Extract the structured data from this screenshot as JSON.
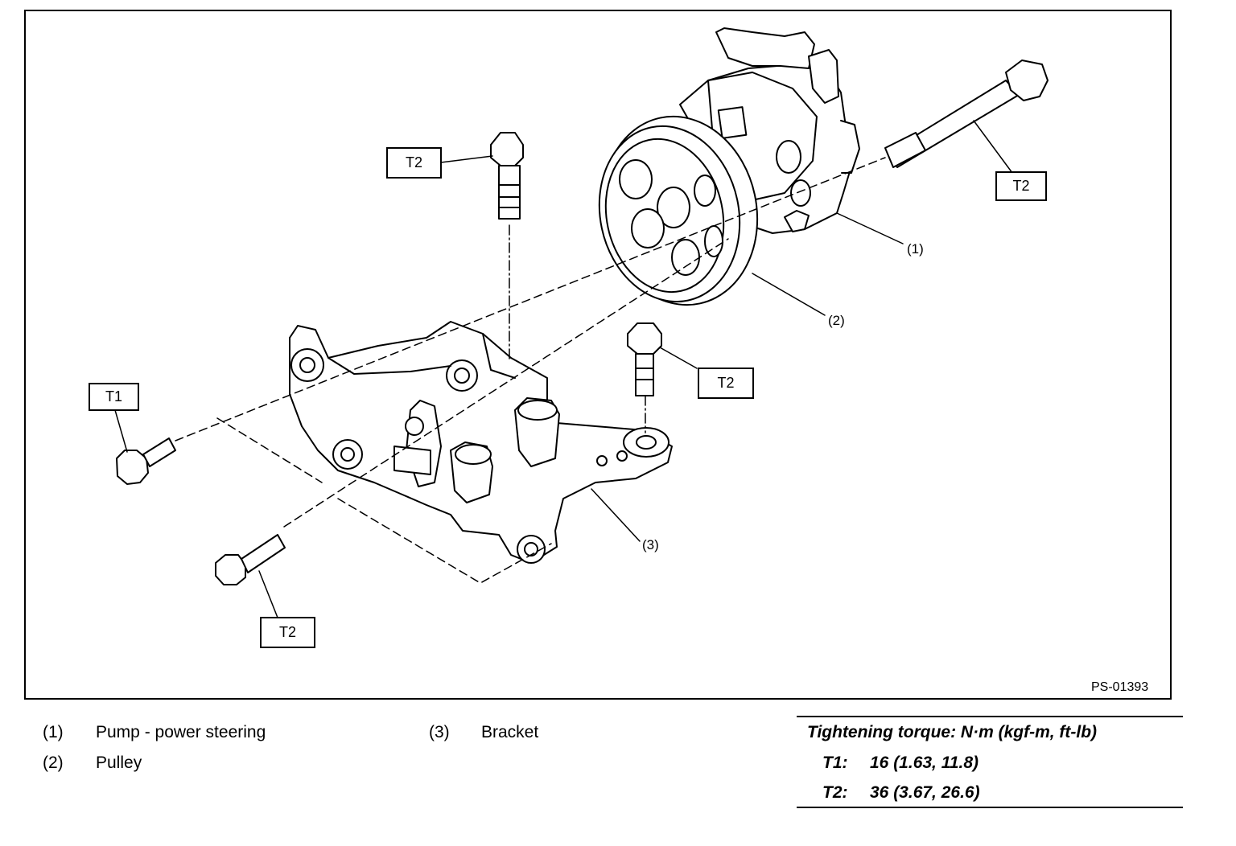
{
  "figure": {
    "id_label": "PS-01393",
    "torque_tags": [
      {
        "key": "t2_top_bolt",
        "text": "T2"
      },
      {
        "key": "t2_long_bolt",
        "text": "T2"
      },
      {
        "key": "t1_left_bolt",
        "text": "T1"
      },
      {
        "key": "t2_mid_bolt",
        "text": "T2"
      },
      {
        "key": "t2_bottom_bolt",
        "text": "T2"
      }
    ],
    "callouts": [
      {
        "num": "(1)"
      },
      {
        "num": "(2)"
      },
      {
        "num": "(3)"
      }
    ]
  },
  "legend": {
    "items": [
      {
        "num": "(1)",
        "label": "Pump - power steering"
      },
      {
        "num": "(2)",
        "label": "Pulley"
      },
      {
        "num": "(3)",
        "label": "Bracket"
      }
    ]
  },
  "torque_table": {
    "title": "Tightening torque: N·m (kgf-m, ft-lb)",
    "rows": [
      {
        "key": "T1:",
        "value": "16 (1.63, 11.8)"
      },
      {
        "key": "T2:",
        "value": "36 (3.67, 26.6)"
      }
    ]
  }
}
